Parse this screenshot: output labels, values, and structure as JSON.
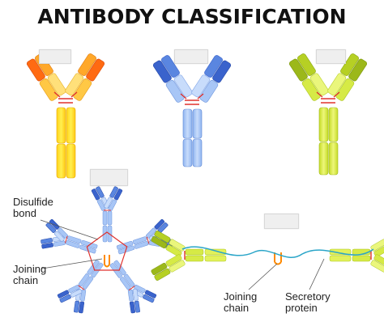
{
  "title": "ANTIBODY CLASSIFICATION",
  "labels": {
    "disulfide_bond": [
      "Disulfide",
      "bond"
    ],
    "joining_chain_left": [
      "Joining",
      "chain"
    ],
    "joining_chain_right": [
      "Joining",
      "chain"
    ],
    "secretory_protein": [
      "Secretory",
      "protein"
    ]
  },
  "colors": {
    "orange_light": "#ffcf33",
    "orange_dark": "#ff7a10",
    "orange_red": "#ff4a10",
    "yellow": "#ffdd22",
    "blue_dark": "#3a63cc",
    "blue_light": "#9fc0f5",
    "green_dark": "#9cb81a",
    "green_light": "#d8ea3a",
    "disulfide_red": "#e0322d",
    "joining_orange": "#ff8a00",
    "secretory_teal": "#2aa5c8"
  },
  "answer_boxes": 5
}
